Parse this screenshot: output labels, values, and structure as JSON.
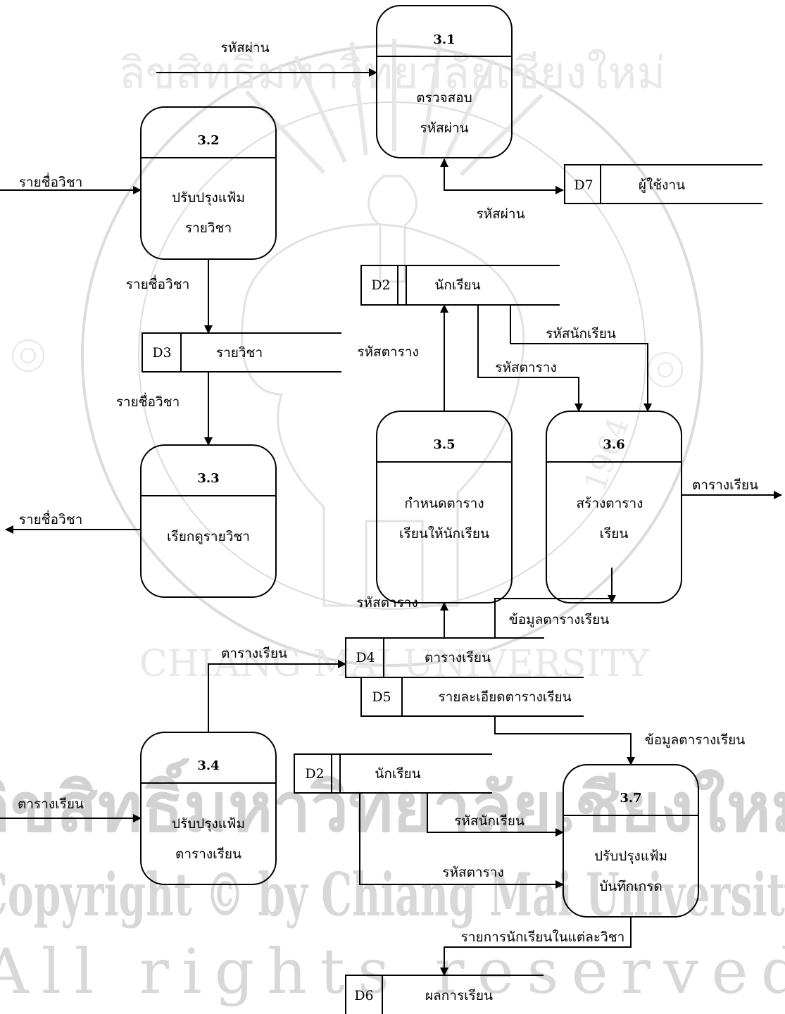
{
  "watermark": {
    "arc_top": "ลิขสิทธิ์มหาวิทยาลัยเชียงใหม่",
    "arc_bottom": "CHIANG MAI UNIVERSITY",
    "year": "1964",
    "line1": "ลิขสิทธิ์มหาวิทยาลัยเชียงใหม่",
    "line2": "Copyright © by Chiang Mai University",
    "line3": "All rights reserved"
  },
  "processes": {
    "p31": {
      "id": "3.1",
      "line1": "ตรวจสอบ",
      "line2": "รหัสผ่าน"
    },
    "p32": {
      "id": "3.2",
      "line1": "ปรับปรุงแฟ้ม",
      "line2": "รายวิชา"
    },
    "p33": {
      "id": "3.3",
      "line1": "เรียกดูรายวิชา"
    },
    "p34": {
      "id": "3.4",
      "line1": "ปรับปรุงแฟ้ม",
      "line2": "ตารางเรียน"
    },
    "p35": {
      "id": "3.5",
      "line1": "กำหนดตาราง",
      "line2": "เรียนให้นักเรียน"
    },
    "p36": {
      "id": "3.6",
      "line1": "สร้างตาราง",
      "line2": "เรียน"
    },
    "p37": {
      "id": "3.7",
      "line1": "ปรับปรุงแฟ้ม",
      "line2": "บันทึกเกรด"
    }
  },
  "stores": {
    "d7": {
      "id": "D7",
      "name": "ผู้ใช้งาน"
    },
    "d2a": {
      "id": "D2",
      "name": "นักเรียน"
    },
    "d3": {
      "id": "D3",
      "name": "รายวิชา"
    },
    "d4": {
      "id": "D4",
      "name": "ตารางเรียน"
    },
    "d5": {
      "id": "D5",
      "name": "รายละเอียดตารางเรียน"
    },
    "d2b": {
      "id": "D2",
      "name": "นักเรียน"
    },
    "d6": {
      "id": "D6",
      "name": "ผลการเรียน"
    }
  },
  "flows": {
    "password_in": "รหัสผ่าน",
    "password_d7": "รหัสผ่าน",
    "course_in_32": "รายชื่อวิชา",
    "course_32_d3": "รายชื่อวิชา",
    "course_d3_33": "รายชื่อวิชา",
    "course_out_33": "รายชื่อวิชา",
    "schedule_id_35": "รหัสตาราง",
    "student_id_36": "รหัสนักเรียน",
    "schedule_id_36": "รหัสตาราง",
    "timetable_out_36": "ตารางเรียน",
    "schedule_id_d4_35": "รหัสตาราง",
    "timetable_info_36": "ข้อมูลตารางเรียน",
    "timetable_34_d4": "ตารางเรียน",
    "timetable_in_34": "ตารางเรียน",
    "timetable_info_37": "ข้อมูลตารางเรียน",
    "student_id_37": "รหัสนักเรียน",
    "schedule_id_37": "รหัสตาราง",
    "student_list_37": "รายการนักเรียนในแต่ละวิชา"
  }
}
